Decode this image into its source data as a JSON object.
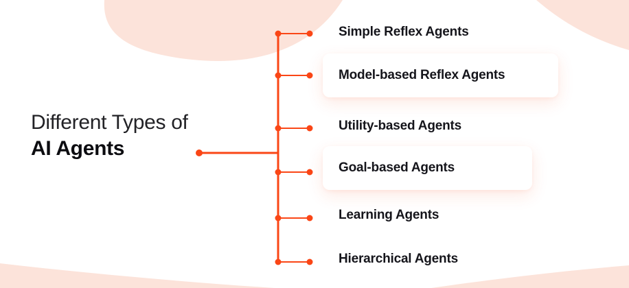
{
  "title": {
    "line1": "Different Types of",
    "line2": "AI Agents"
  },
  "agent_types": [
    {
      "label": "Simple Reflex Agents",
      "highlighted": false
    },
    {
      "label": "Model-based Reflex Agents",
      "highlighted": true
    },
    {
      "label": "Utility-based Agents",
      "highlighted": false
    },
    {
      "label": "Goal-based Agents",
      "highlighted": true
    },
    {
      "label": "Learning Agents",
      "highlighted": false
    },
    {
      "label": "Hierarchical Agents",
      "highlighted": false
    }
  ],
  "colors": {
    "accent": "#FA4616",
    "blob": "#FCE3DA",
    "text": "#15151B",
    "card_bg": "#FFFFFF"
  }
}
